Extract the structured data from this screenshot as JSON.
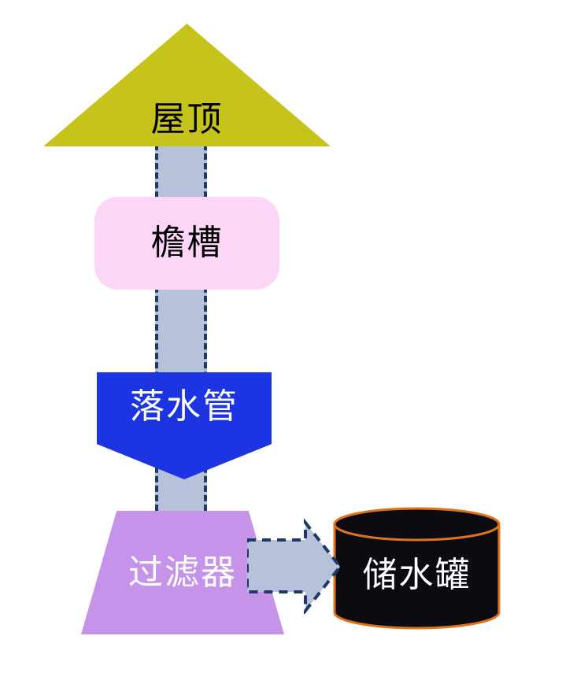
{
  "nodes": {
    "roof": "屋顶",
    "gutter": "檐槽",
    "downpipe": "落水管",
    "filter": "过滤器",
    "tank": "储水罐"
  },
  "colors": {
    "roof": "#c6c31a",
    "gutter": "#fbd6f7",
    "downpipe": "#1c34e2",
    "filter": "#c593ea",
    "band": "#b7c1da",
    "dash": "#1f3864",
    "tank-fill": "#0b0b11",
    "tank-stroke": "#e0731a"
  }
}
